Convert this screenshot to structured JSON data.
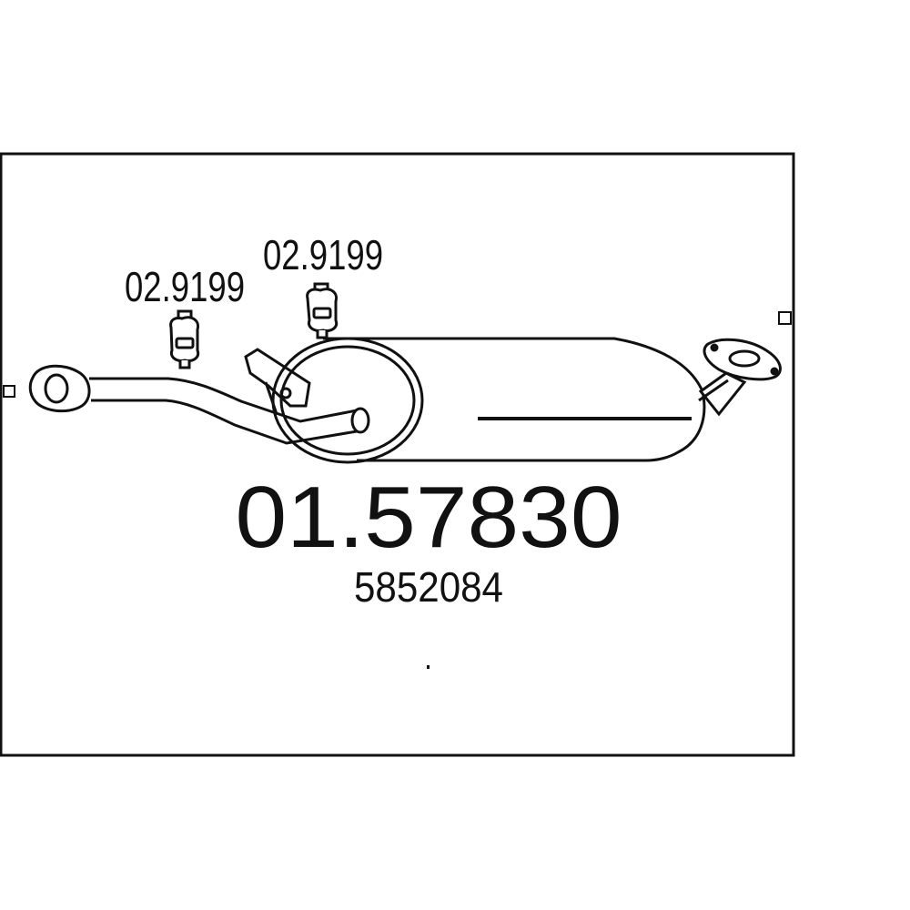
{
  "diagram": {
    "hanger_labels": [
      "02.9199",
      "02.9199"
    ],
    "main_part_number": "01.57830",
    "oem_number": "5852084",
    "colors": {
      "line": "#111111",
      "background": "#ffffff"
    }
  }
}
